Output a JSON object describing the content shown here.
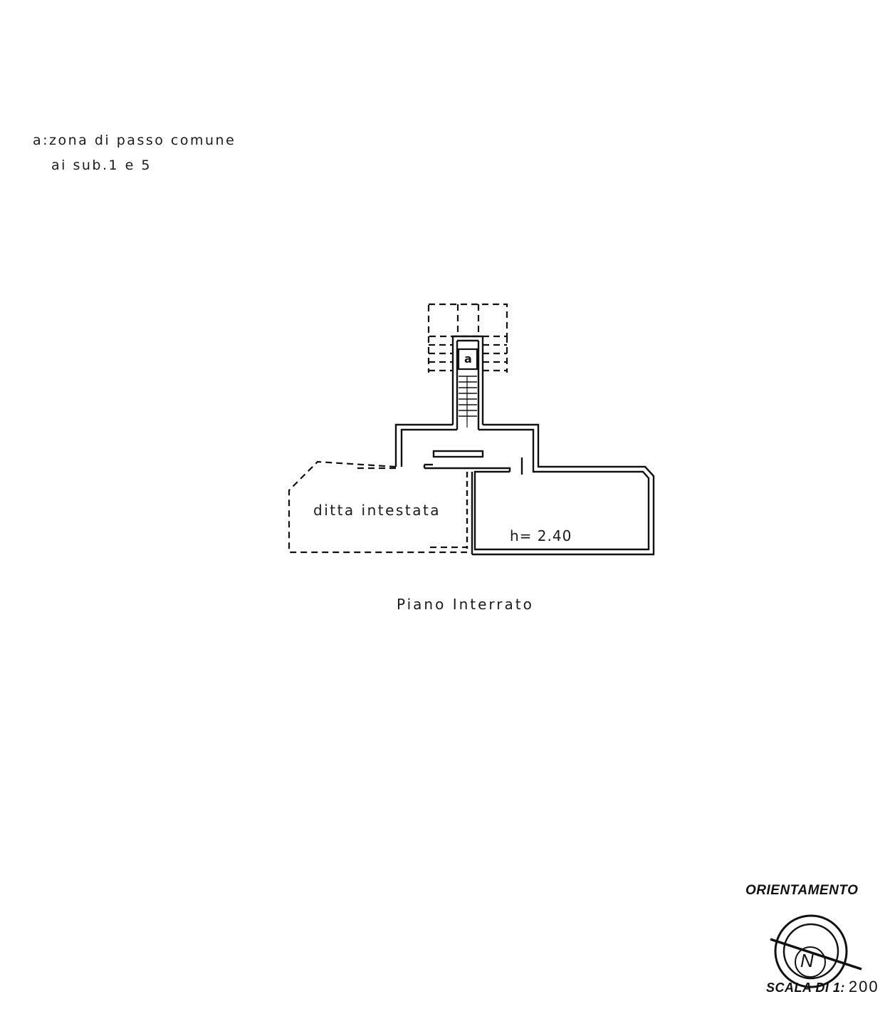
{
  "legend": {
    "line1": "a:zona di passo comune",
    "line2": "ai sub.1 e 5"
  },
  "plan": {
    "title": "Piano Interrato",
    "room_label": "ditta intestata",
    "height_label": "h= 2.40",
    "common_area_marker": "a"
  },
  "orientation": {
    "title": "ORIENTAMENTO",
    "north_letter": "N",
    "icon": "north-arrow-compass-icon"
  },
  "scale": {
    "label": "SCALA DI 1:",
    "value": "200"
  },
  "colors": {
    "ink": "#111111",
    "paper": "#ffffff"
  }
}
